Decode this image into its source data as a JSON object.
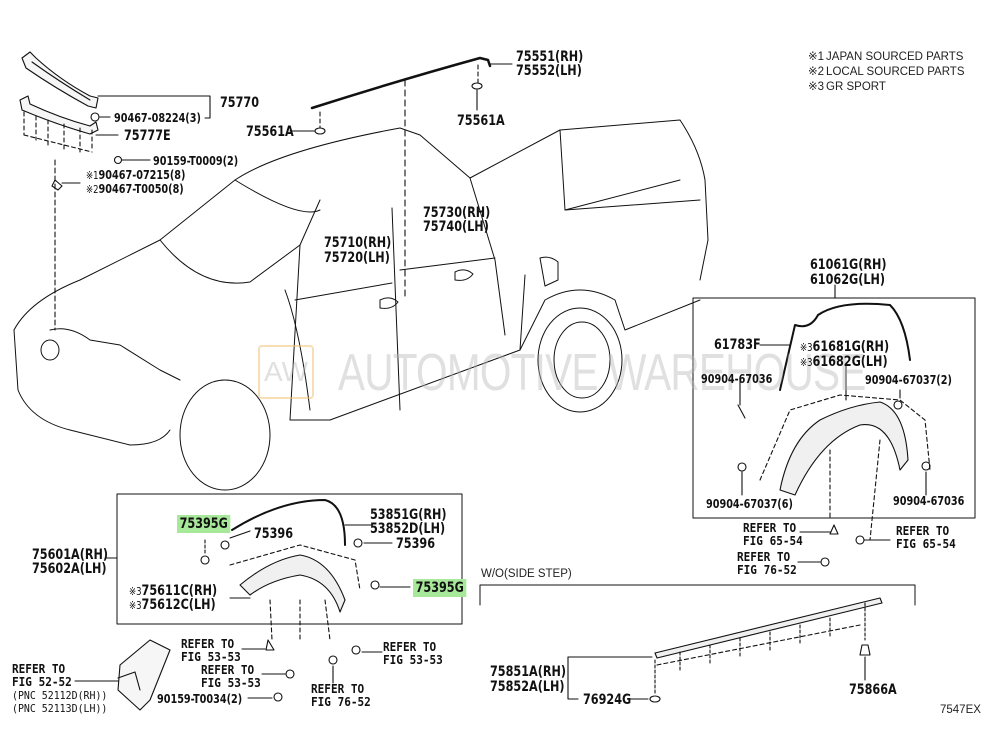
{
  "legend": [
    {
      "mark": "※1",
      "text": "JAPAN SOURCED PARTS"
    },
    {
      "mark": "※2",
      "text": "LOCAL SOURCED PARTS"
    },
    {
      "mark": "※3",
      "text": "GR SPORT"
    }
  ],
  "watermark": {
    "logo": "AW",
    "text": "AUTOMOTIVE WAREHOUSE"
  },
  "figure_code": "7547EX",
  "highlight_color": "#a8e89a",
  "callouts": {
    "p75770": "75770",
    "p90467_08224": "90467-08224(3)",
    "p75777E": "75777E",
    "p90159_T0009": "90159-T0009(2)",
    "p90467_07215": {
      "mark": "※1",
      "text": "90467-07215(8)"
    },
    "p90467_T0050": {
      "mark": "※2",
      "text": "90467-T0050(8)"
    },
    "p75551": "75551(RH)",
    "p75552": "75552(LH)",
    "p75561A_left": "75561A",
    "p75561A_right": "75561A",
    "p75710": "75710(RH)",
    "p75720": "75720(LH)",
    "p75730": "75730(RH)",
    "p75740": "75740(LH)",
    "p61061G": "61061G(RH)",
    "p61062G": "61062G(LH)",
    "p61783F": "61783F",
    "p61681G": {
      "mark": "※3",
      "text": "61681G(RH)"
    },
    "p61682G": {
      "mark": "※3",
      "text": "61682G(LH)"
    },
    "p90904_67036_top": "90904-67036",
    "p90904_67037_2": "90904-67037(2)",
    "p90904_67037_6": "90904-67037(6)",
    "p90904_67036_bottom": "90904-67036",
    "ref_65_54_left": [
      "REFER TO",
      "FIG 65-54"
    ],
    "ref_65_54_right": [
      "REFER TO",
      "FIG 65-54"
    ],
    "ref_76_52_right": [
      "REFER TO",
      "FIG 76-52"
    ],
    "p75395G_left": "75395G",
    "p75395G_right": "75395G",
    "p75396_left": "75396",
    "p75396_right": "75396",
    "p53851G": "53851G(RH)",
    "p53852D": "53852D(LH)",
    "p75601A": "75601A(RH)",
    "p75602A": "75602A(LH)",
    "p75611C": {
      "mark": "※3",
      "text": "75611C(RH)"
    },
    "p75612C": {
      "mark": "※3",
      "text": "75612C(LH)"
    },
    "ref_52_52": [
      "REFER TO",
      "FIG 52-52"
    ],
    "pnc_52112D": "(PNC 52112D(RH))",
    "pnc_52113D": "(PNC 52113D(LH))",
    "ref_53_53_a": [
      "REFER TO",
      "FIG 53-53"
    ],
    "ref_53_53_b": [
      "REFER TO",
      "FIG 53-53"
    ],
    "ref_53_53_c": [
      "REFER TO",
      "FIG 53-53"
    ],
    "ref_76_52_bottom": [
      "REFER TO",
      "FIG 76-52"
    ],
    "p90159_T0034": "90159-T0034(2)",
    "side_step_note": "W/O(SIDE STEP)",
    "p75851A": "75851A(RH)",
    "p75852A": "75852A(LH)",
    "p76924G": "76924G",
    "p75866A": "75866A"
  }
}
